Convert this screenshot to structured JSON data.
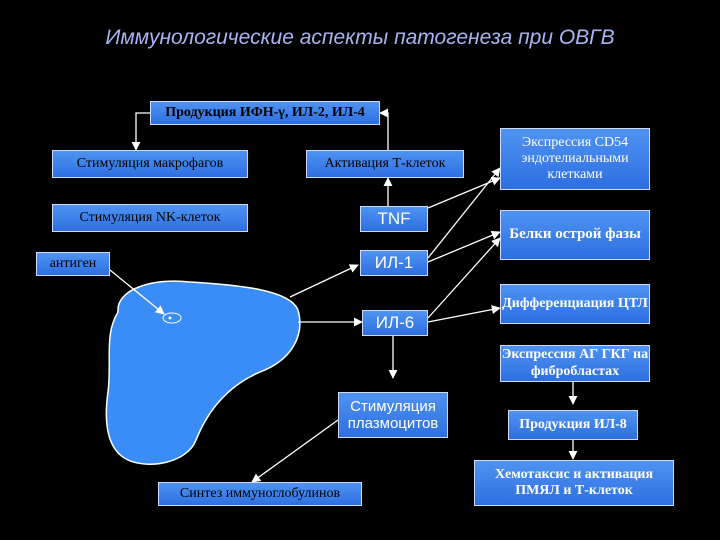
{
  "title": "Иммунологические аспекты патогенеза при ОВГВ",
  "boxes": {
    "production": "Продукция ИФН-γ, ИЛ-2, ИЛ-4",
    "macrophage": "Стимуляция макрофагов",
    "nk": "Стимуляция NK-клеток",
    "antigen": "антиген",
    "tcell": "Активация Т-клеток",
    "tnf": "TNF",
    "il1": "ИЛ-1",
    "il6": "ИЛ-6",
    "plasmocyte": "Стимуляция плазмоцитов",
    "immunoglobulin": "Синтез иммуноглобулинов",
    "cd54": "Экспрессия CD54 эндотелиальными клетками",
    "acute": "Белки острой фазы",
    "ctl": "Дифференциация ЦТЛ",
    "agkg": "Экспрессия АГ ГКГ на фибробластах",
    "il8": "Продукция ИЛ-8",
    "chemotaxis": "Хемотаксис и активация ПМЯЛ и Т-клеток"
  },
  "colors": {
    "background": "#000000",
    "title": "#a9b4f2",
    "box": "#3d82ec",
    "arrow": "#ffffff"
  }
}
